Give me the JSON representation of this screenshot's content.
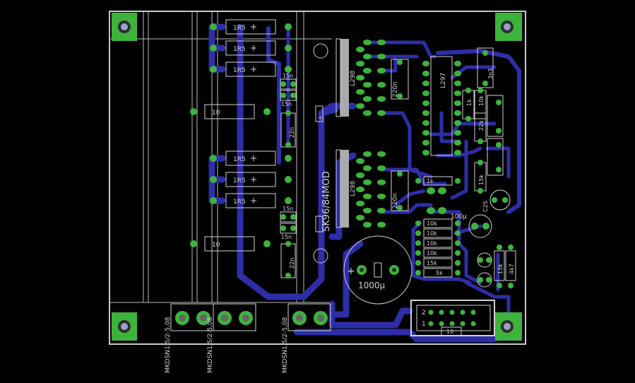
{
  "colors": {
    "background": "#000000",
    "outline": "#c8c8c8",
    "trace": "#2e2ea8",
    "pad": "#3cb43c",
    "silk": "#d2d2d2",
    "hole": "#9aa0c8"
  },
  "labels": {
    "r1r5_a": "1R5",
    "r1r5_b": "1R5",
    "r1r5_c": "1R5",
    "r1r5_d": "1R5",
    "r1r5_e": "1R5",
    "r1r5_f": "1R5",
    "r10_a": "10",
    "r10_b": "10",
    "c15n_a": "15n",
    "c15n_b": "15n",
    "c15n_c": "15n",
    "c15n_d": "15n",
    "c22n_a": "22n",
    "c22n_b": "22n",
    "l298_a": "L298",
    "l298_b": "L298",
    "c220n_a": "220n",
    "c220n_b": "220n",
    "heatsink": "SK96/84MOD",
    "l297": "L297",
    "c3n3": "3n3",
    "r1k_a": "1k",
    "r1k_b": "1k",
    "r10k_a": "10k",
    "r10k_b": "10k",
    "r10k_c": "10k",
    "r10k_d": "10k",
    "r10k_e": "10k",
    "r15k_a": "15k",
    "r15k_b": "15k",
    "r15k_c": "15k",
    "r5k": "5k",
    "r22k": "22k",
    "c1000": "1000µ",
    "c100": "100µ",
    "c25": "C25",
    "r4k7": "4k7",
    "pin_1": "1",
    "pin_2": "2",
    "r10_conn": "10",
    "mkds_a": "MKDSN1,5/2-5,08",
    "mkds_b": "MKDSN1,5/2-5,08",
    "mkds_c": "MKDSN1,5/2-5,08"
  }
}
